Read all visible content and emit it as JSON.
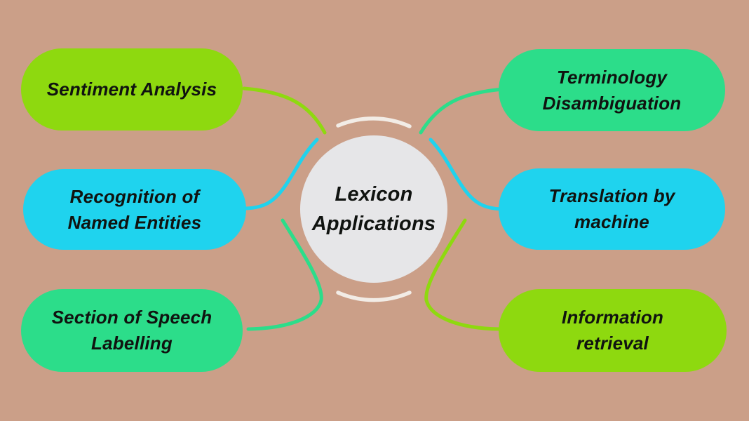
{
  "title": {
    "line1": "Lexicon",
    "line2": "Applications"
  },
  "colors": {
    "background": "#cb9f88",
    "lime": "#8ed90f",
    "cyan": "#1fd3ee",
    "green": "#2cdd8a",
    "circle_fill": "#e6e6e8",
    "arc_white": "#f2ece6",
    "text": "#101310"
  },
  "nodes": [
    {
      "id": "sentiment-analysis",
      "label": "Sentiment Analysis",
      "lines": [
        "Sentiment Analysis"
      ],
      "color_key": "lime",
      "side": "left"
    },
    {
      "id": "recognition-of-named-entities",
      "label": "Recognition of Named Entities",
      "lines": [
        "Recognition of",
        "Named Entities"
      ],
      "color_key": "cyan",
      "side": "left"
    },
    {
      "id": "section-of-speech-labelling",
      "label": "Section of Speech Labelling",
      "lines": [
        "Section of Speech",
        "Labelling"
      ],
      "color_key": "green",
      "side": "left"
    },
    {
      "id": "terminology-disambiguation",
      "label": "Terminology Disambiguation",
      "lines": [
        "Terminology",
        "Disambiguation"
      ],
      "color_key": "green",
      "side": "right"
    },
    {
      "id": "translation-by-machine",
      "label": "Translation by machine",
      "lines": [
        "Translation by",
        "machine"
      ],
      "color_key": "cyan",
      "side": "right"
    },
    {
      "id": "information-retrieval",
      "label": "Information retrieval",
      "lines": [
        "Information",
        "retrieval"
      ],
      "color_key": "lime",
      "side": "right"
    }
  ],
  "connectors": [
    {
      "from": "sentiment-analysis",
      "to": "hub",
      "color_key": "lime"
    },
    {
      "from": "recognition-of-named-entities",
      "to": "hub",
      "color_key": "cyan"
    },
    {
      "from": "section-of-speech-labelling",
      "to": "hub",
      "color_key": "green"
    },
    {
      "from": "terminology-disambiguation",
      "to": "hub",
      "color_key": "green"
    },
    {
      "from": "translation-by-machine",
      "to": "hub",
      "color_key": "cyan"
    },
    {
      "from": "information-retrieval",
      "to": "hub",
      "color_key": "lime"
    }
  ]
}
